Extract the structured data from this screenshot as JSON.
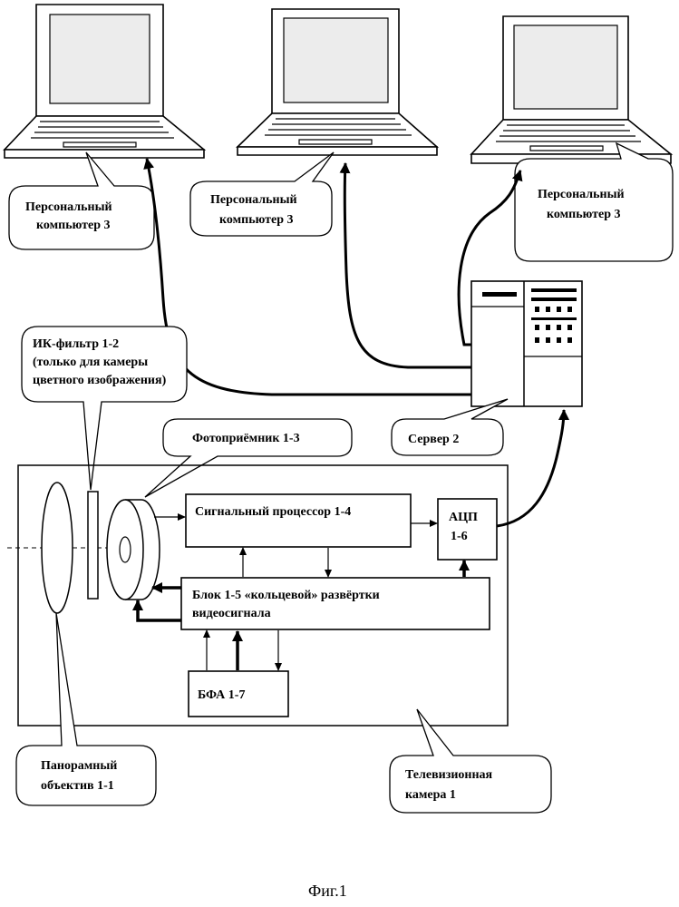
{
  "labels": {
    "pc_left_1": "Персональный",
    "pc_left_2": "компьютер 3",
    "pc_mid_1": "Персональный",
    "pc_mid_2": "компьютер 3",
    "pc_right_1": "Персональный",
    "pc_right_2": "компьютер 3",
    "ir_filter_1": "ИК-фильтр 1-2",
    "ir_filter_2": "(только для камеры",
    "ir_filter_3": "цветного изображения)",
    "photodetector": "Фотоприёмник 1-3",
    "server": "Сервер 2",
    "signal_processor": "Сигнальный процессор 1-4",
    "adc_1": "АЦП",
    "adc_2": "1-6",
    "scan_block_1": "Блок  1-5 «кольцевой» развёртки",
    "scan_block_2": "видеосигнала",
    "bfa": "БФА 1-7",
    "lens_1": "Панорамный",
    "lens_2": "объектив  1-1",
    "tv_camera_1": "Телевизионная",
    "tv_camera_2": "камера 1"
  },
  "caption": "Фиг.1",
  "colors": {
    "ink": "#000000",
    "paper": "#ffffff",
    "screen": "#ececec"
  }
}
